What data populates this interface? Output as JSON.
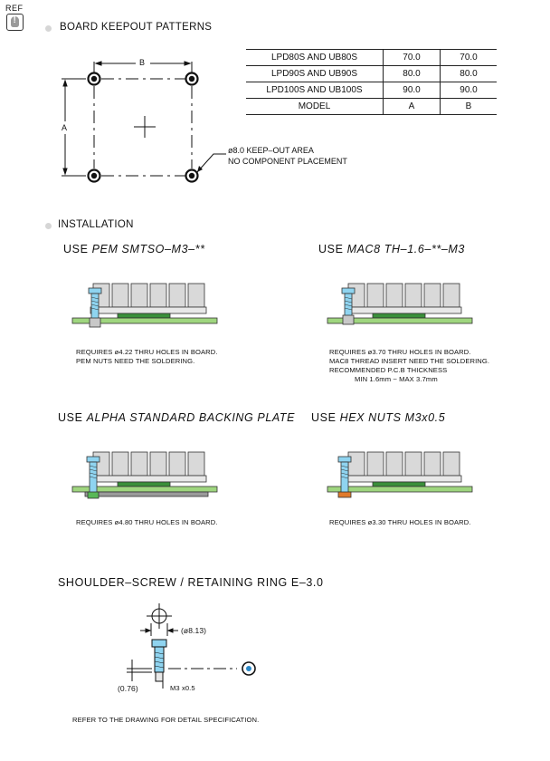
{
  "ref": {
    "label": "REF"
  },
  "keepout": {
    "title": "BOARD KEEPOUT PATTERNS",
    "dim_b": "B",
    "dim_a": "A",
    "callout_line1": "ø8.0 KEEP–OUT AREA",
    "callout_line2": "NO COMPONENT PLACEMENT",
    "table": {
      "rows": [
        {
          "model": "LPD80S AND UB80S",
          "a": "70.0",
          "b": "70.0"
        },
        {
          "model": "LPD90S AND UB90S",
          "a": "80.0",
          "b": "80.0"
        },
        {
          "model": "LPD100S AND UB100S",
          "a": "90.0",
          "b": "90.0"
        }
      ],
      "header": {
        "model": "MODEL",
        "a": "A",
        "b": "B"
      }
    }
  },
  "installation": {
    "title": "INSTALLATION",
    "pem": {
      "use": "USE",
      "part": "PEM  SMTSO–M3–**",
      "note_line1": "REQUIRES ø4.22 THRU HOLES IN BOARD.",
      "note_line2": "PEM NUTS NEED THE SOLDERING."
    },
    "mac8": {
      "use": "USE",
      "part": "MAC8  TH–1.6–**–M3",
      "note_line1": "REQUIRES ø3.70 THRU HOLES IN BOARD.",
      "note_line2": "MAC8 THREAD INSERT NEED THE SOLDERING.",
      "note_line3": "RECOMMENDED P.C.B THICKNESS",
      "note_line4": "MIN 1.6mm  ~  MAX 3.7mm"
    },
    "alpha": {
      "use": "USE",
      "part": "ALPHA STANDARD BACKING PLATE",
      "note_line1": "REQUIRES ø4.80 THRU HOLES IN BOARD."
    },
    "hex": {
      "use": "USE",
      "part": "HEX NUTS M3x0.5",
      "note_line1": "REQUIRES ø3.30 THRU HOLES IN BOARD."
    }
  },
  "shoulder": {
    "title": "SHOULDER–SCREW / RETAINING RING E–3.0",
    "dim_diameter": "(ø8.13)",
    "dim_thickness": "(0.76)",
    "dim_thread": "M3 x0.5",
    "note": "REFER TO THE DRAWING FOR DETAIL SPECIFICATION."
  },
  "colors": {
    "board": "#9fd67f",
    "screw": "#8fd4f0",
    "nut_alpha": "#58b857",
    "hex_nut": "#e07a2c",
    "fins": "#d9d9d9"
  }
}
